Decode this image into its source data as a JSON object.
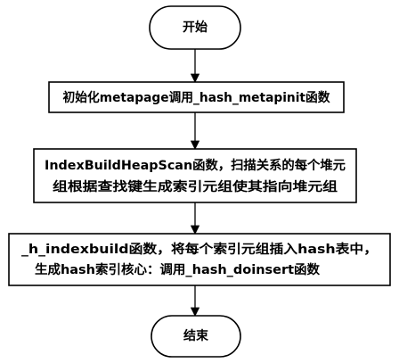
{
  "flowchart": {
    "start": "开始",
    "step1": "初始化metapage调用_hash_metapinit函数",
    "step2": {
      "line1": "IndexBuildHeapScan函数，扫描关系的每个堆元",
      "line2": "组根据查找键生成索引元组使其指向堆元组"
    },
    "step3": {
      "line1": "_h_indexbuild函数，将每个索引元组插入hash表中，",
      "line2": "生成hash索引核心：调用_hash_doinsert函数"
    },
    "end": "结束"
  },
  "colors": {
    "stroke": "#000000",
    "fill": "#ffffff",
    "text": "#000000"
  }
}
